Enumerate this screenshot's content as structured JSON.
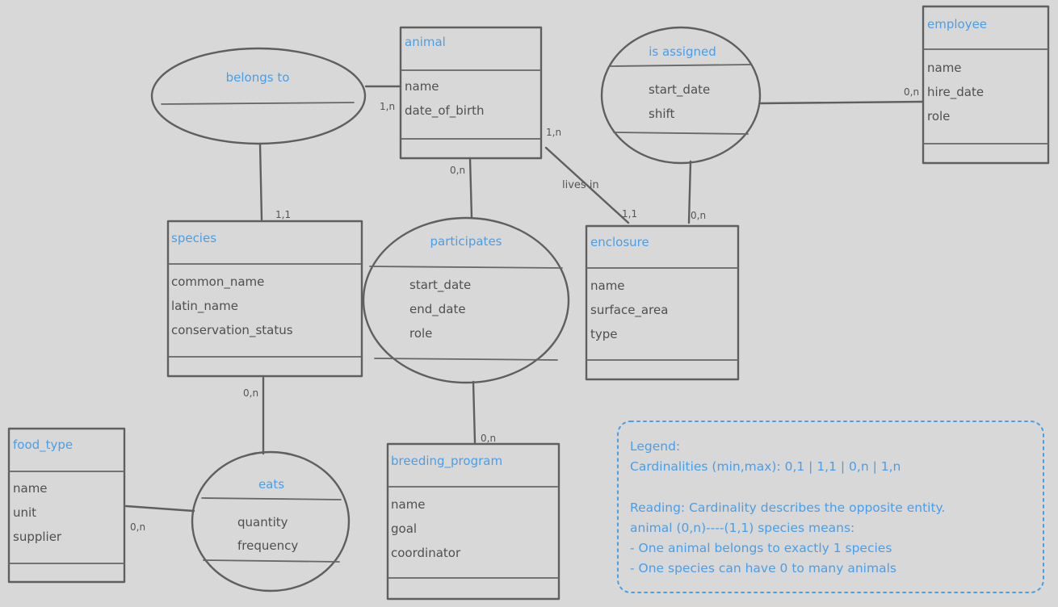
{
  "entities": {
    "animal": {
      "title": "animal",
      "attributes": [
        "name",
        "date_of_birth"
      ]
    },
    "employee": {
      "title": "employee",
      "attributes": [
        "name",
        "hire_date",
        "role"
      ]
    },
    "species": {
      "title": "species",
      "attributes": [
        "common_name",
        "latin_name",
        "conservation_status"
      ]
    },
    "enclosure": {
      "title": "enclosure",
      "attributes": [
        "name",
        "surface_area",
        "type"
      ]
    },
    "food_type": {
      "title": "food_type",
      "attributes": [
        "name",
        "unit",
        "supplier"
      ]
    },
    "breeding_program": {
      "title": "breeding_program",
      "attributes": [
        "name",
        "goal",
        "coordinator"
      ]
    }
  },
  "relationships": {
    "belongs_to": {
      "title": "belongs to",
      "attributes": []
    },
    "is_assigned": {
      "title": "is assigned",
      "attributes": [
        "start_date",
        "shift"
      ]
    },
    "participates": {
      "title": "participates",
      "attributes": [
        "start_date",
        "end_date",
        "role"
      ]
    },
    "eats": {
      "title": "eats",
      "attributes": [
        "quantity",
        "frequency"
      ]
    },
    "lives_in": {
      "title": "lives in"
    }
  },
  "cardinalities": {
    "animal_belongs": "1,n",
    "animal_lives": "1,n",
    "animal_participates": "0,n",
    "species_belongs": "1,1",
    "species_eats": "0,n",
    "enclosure_lives": "1,1",
    "enclosure_assigned": "0,n",
    "employee_assigned": "0,n",
    "food_eats": "0,n",
    "breeding_participates": "0,n"
  },
  "legend": {
    "lines": [
      "Legend:",
      "Cardinalities (min,max): 0,1 | 1,1 | 0,n | 1,n",
      "",
      "Reading: Cardinality describes the opposite entity.",
      "animal (0,n)----(1,1) species means:",
      "- One animal belongs to exactly 1 species",
      "- One species can have 0 to many animals"
    ]
  }
}
